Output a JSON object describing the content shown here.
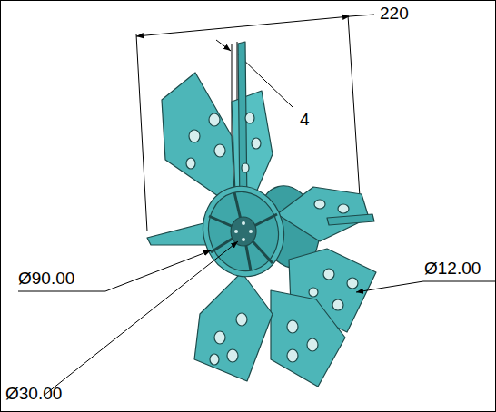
{
  "diagram": {
    "labels": [
      "220",
      "4",
      "Ø90.00",
      "Ø12.00",
      "Ø30.00"
    ]
  }
}
